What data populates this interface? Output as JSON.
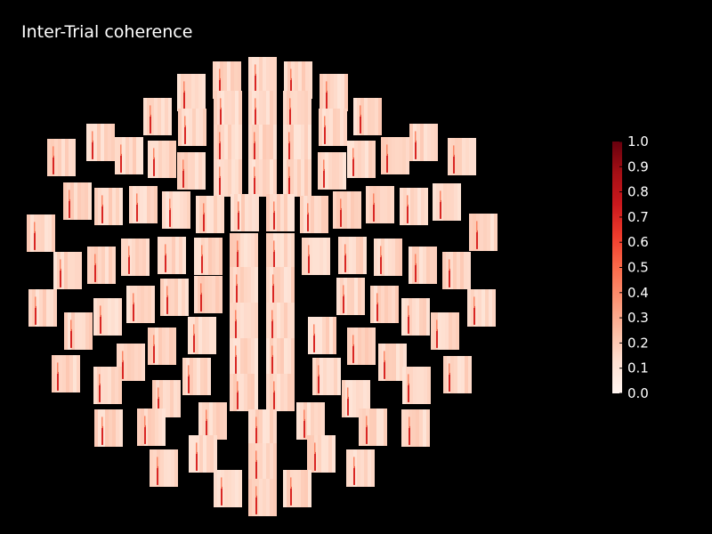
{
  "title": "Inter-Trial coherence",
  "chart_data": {
    "type": "heatmap",
    "title": "Inter-Trial coherence",
    "layout": "topographic-sensor-array",
    "colormap": "Reds",
    "color_range": [
      0.0,
      1.0
    ],
    "colorbar_ticks": [
      "0.0",
      "0.1",
      "0.2",
      "0.3",
      "0.4",
      "0.5",
      "0.6",
      "0.7",
      "0.8",
      "0.9",
      "1.0"
    ],
    "colors": {
      "background": "#000000",
      "low": "#fff5f0",
      "high": "#67000d"
    },
    "panel_count": 102,
    "panel_peak_itc": 0.7,
    "panel_baseline_itc": 0.1
  }
}
